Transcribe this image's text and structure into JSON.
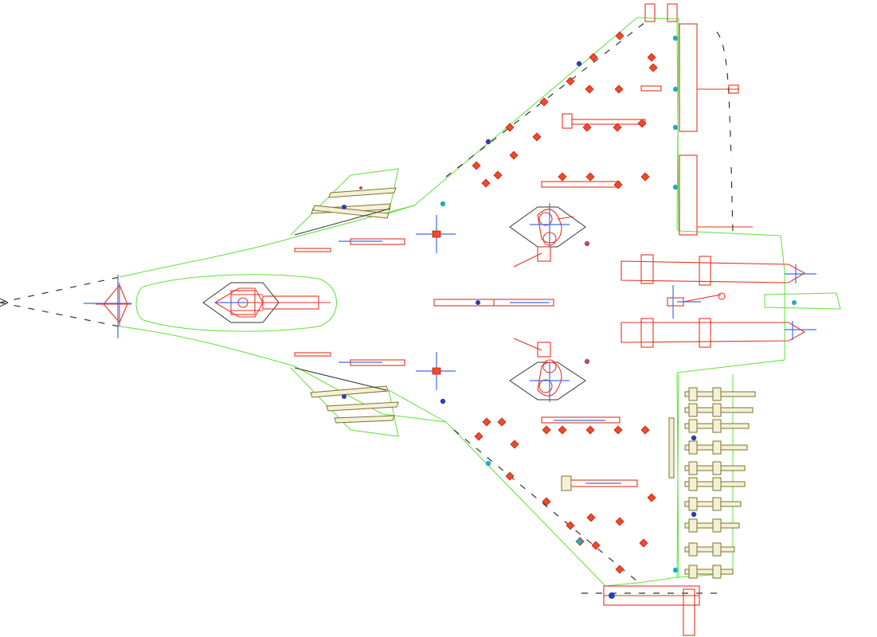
{
  "canvas": {
    "background": "#ffffff"
  },
  "colors": {
    "outline": "#5fe03a",
    "fixture": "#e8321e",
    "clamp": "#7a7426",
    "axis": "#3a6fe0",
    "marker": "#2a3fb0"
  },
  "icons": {
    "fixture_marker": "red-diamond-marker",
    "axis_gizmo": "blue-cross-arrow",
    "pivot": "blue-dot"
  }
}
